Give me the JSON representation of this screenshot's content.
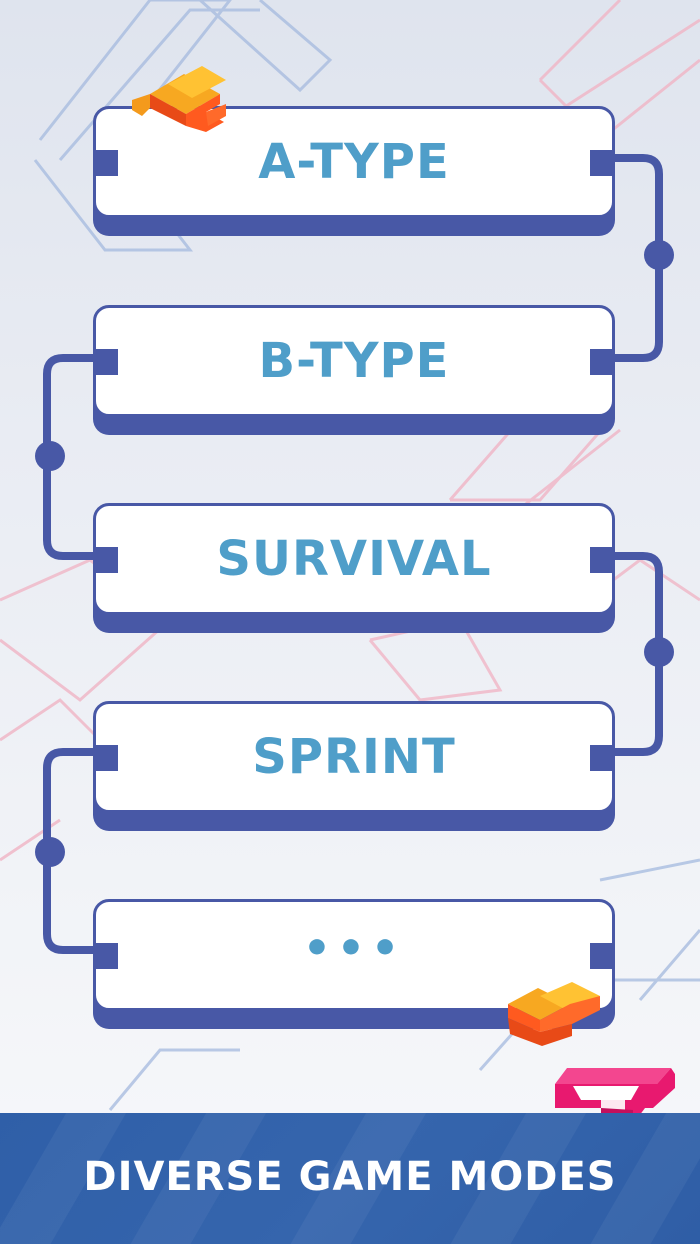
{
  "modes": [
    {
      "id": "a-type",
      "label": "A-TYPE"
    },
    {
      "id": "b-type",
      "label": "B-TYPE"
    },
    {
      "id": "survival",
      "label": "SURVIVAL"
    },
    {
      "id": "sprint",
      "label": "SPRINT"
    },
    {
      "id": "more",
      "label": "•••"
    }
  ],
  "banner": {
    "text": "DIVERSE GAME MODES"
  },
  "colors": {
    "card_border": "#4858a6",
    "card_text": "#4f9ec9",
    "banner_bg": "#3565ad",
    "block_orange": "#ff5a1f",
    "block_yellow": "#f7a821",
    "logo_magenta": "#e8196f"
  }
}
